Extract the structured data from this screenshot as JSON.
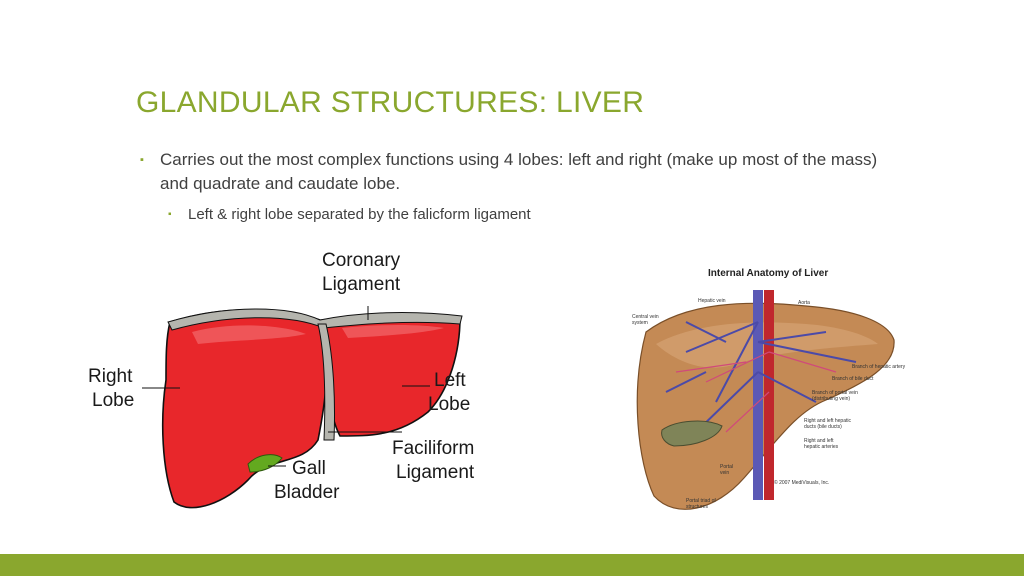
{
  "slide": {
    "title": "GLANDULAR STRUCTURES: LIVER",
    "bullets": [
      {
        "text": "Carries out the most complex functions using 4 lobes: left and right (make up most of the mass) and quadrate and caudate lobe.",
        "sub": [
          "Left & right lobe separated by the falicform ligament"
        ]
      }
    ]
  },
  "figure_left": {
    "labels": {
      "coronary_1": "Coronary",
      "coronary_2": "Ligament",
      "right_1": "Right",
      "right_2": "Lobe",
      "left_1": "Left",
      "left_2": "Lobe",
      "falciform_1": "Faciliform",
      "falciform_2": "Ligament",
      "gall_1": "Gall",
      "gall_2": "Bladder"
    }
  },
  "figure_right": {
    "title": "Internal Anatomy of Liver",
    "labels": {
      "hepatic_vein": "Hepatic vein",
      "aorta": "Aorta",
      "central_vein_1": "Central vein",
      "central_vein_2": "system",
      "branch_artery": "Branch of hepatic artery",
      "branch_bile": "Branch of bile duct",
      "branch_portal_1": "Branch of portal vein",
      "branch_portal_2": "(distributing vein)",
      "rl_ducts_1": "Right and left hepatic",
      "rl_ducts_2": "ducts (bile ducts)",
      "rl_arteries_1": "Right and left",
      "rl_arteries_2": "hepatic arteries",
      "portal_vein_1": "Portal",
      "portal_vein_2": "vein",
      "copyright": "© 2007 MediVisuals, Inc.",
      "portal_triad_1": "Portal triad of",
      "portal_triad_2": "structures"
    }
  },
  "colors": {
    "accent": "#8aa72e",
    "text": "#404040",
    "liver_red": "#e8272b",
    "liver_tan": "#c48a55"
  }
}
